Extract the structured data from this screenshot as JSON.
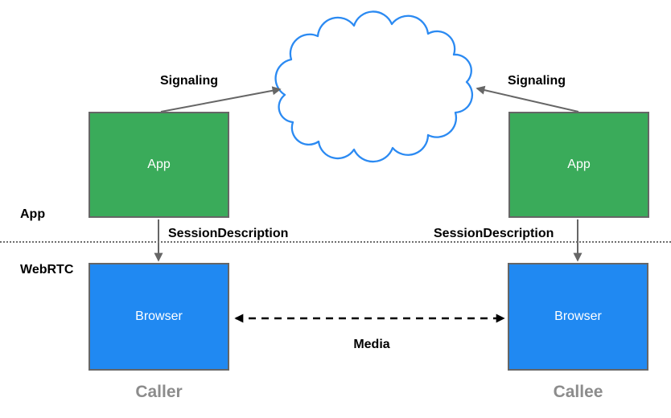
{
  "diagram": {
    "layer_labels": {
      "app": "App",
      "webrtc": "WebRTC"
    },
    "nodes": {
      "app_left": "App",
      "app_right": "App",
      "browser_left": "Browser",
      "browser_right": "Browser"
    },
    "edge_labels": {
      "signaling_left": "Signaling",
      "signaling_right": "Signaling",
      "session_description_left": "SessionDescription",
      "session_description_right": "SessionDescription",
      "media": "Media"
    },
    "captions": {
      "caller": "Caller",
      "callee": "Callee"
    },
    "colors": {
      "app_box_fill": "#3aab5a",
      "browser_box_fill": "#2089f2",
      "box_border": "#666666",
      "cloud_stroke": "#2b8af2",
      "signal_arrow": "#666666",
      "media_arrow": "#000000",
      "caption_text": "#8c8c8c"
    }
  }
}
